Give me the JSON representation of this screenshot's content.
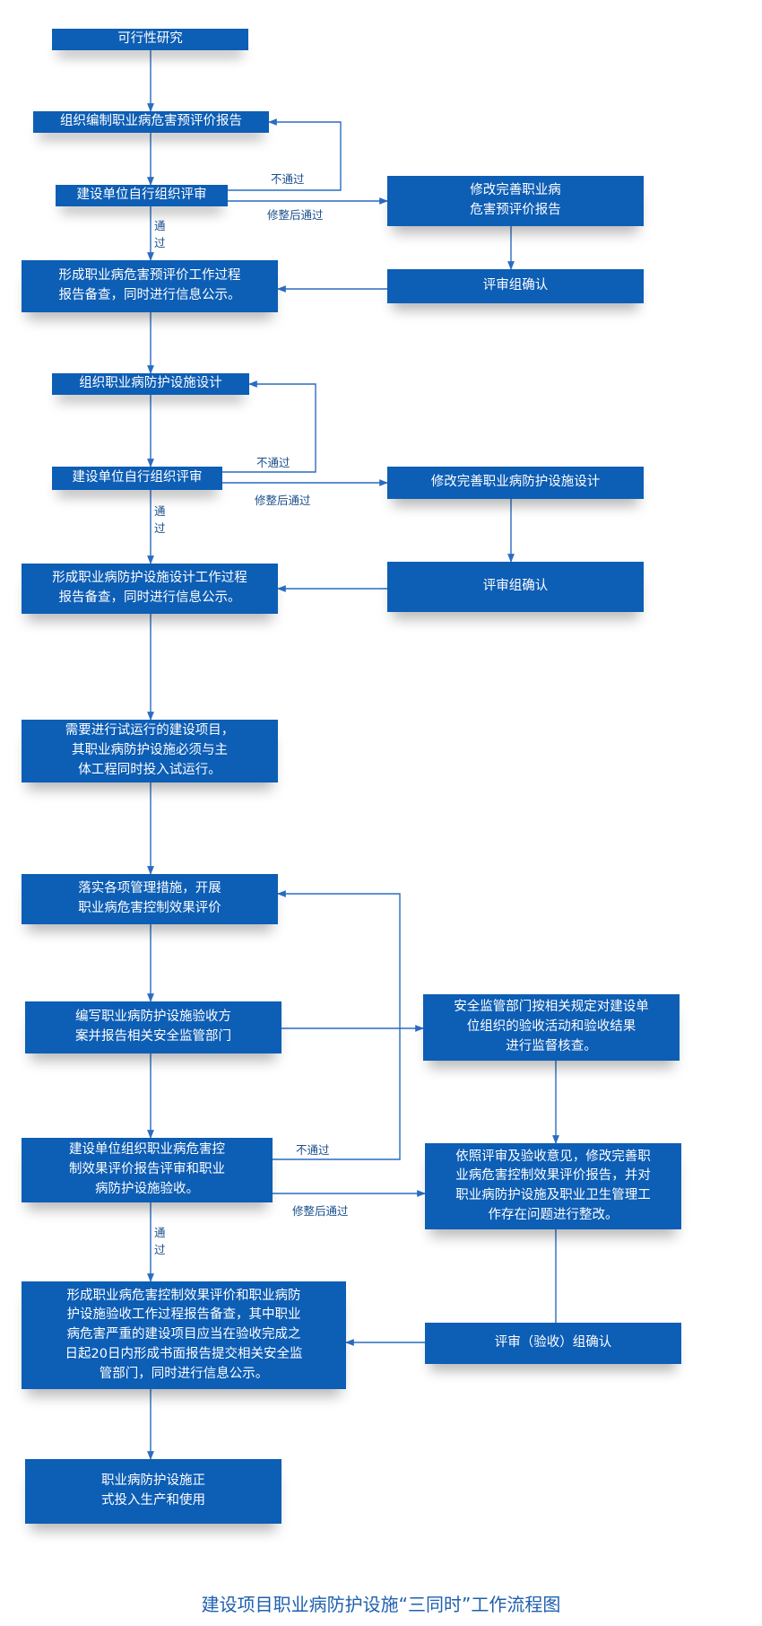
{
  "boxes": {
    "feasibility": "可行性研究",
    "prepare_pre_report": "组织编制职业病危害预评价报告",
    "review_1": "建设单位自行组织评审",
    "revise_pre_report": "修改完善职业病\n危害预评价报告",
    "confirm_1": "评审组确认",
    "filing_1": "形成职业病危害预评价工作过程\n报告备查，同时进行信息公示。",
    "design": "组织职业病防护设施设计",
    "review_2": "建设单位自行组织评审",
    "revise_design": "修改完善职业病防护设施设计",
    "confirm_2": "评审组确认",
    "filing_2": "形成职业病防护设施设计工作过程\n报告备查，同时进行信息公示。",
    "trial_run": "需要进行试运行的建设项目，\n其职业病防护设施必须与主\n体工程同时投入试运行。",
    "control_eval": "落实各项管理措施，开展\n职业病危害控制效果评价",
    "acceptance_plan": "编写职业病防护设施验收方\n案并报告相关安全监管部门",
    "supervision": "安全监管部门按相关规定对建设单\n位组织的验收活动和验收结果\n进行监督核查。",
    "acceptance_review": "建设单位组织职业病危害控\n制效果评价报告评审和职业\n病防护设施验收。",
    "revise_control": "依照评审及验收意见，修改完善职\n业病危害控制效果评价报告，并对\n职业病防护设施及职业卫生管理工\n作存在问题进行整改。",
    "filing_3": "形成职业病危害控制效果评价和职业病防\n护设施验收工作过程报告备查，其中职业\n病危害严重的建设项目应当在验收完成之\n日起20日内形成书面报告提交相关安全监\n管部门，同时进行信息公示。",
    "confirm_3": "评审（验收）组确认",
    "production": "职业病防护设施正\n式投入生产和使用"
  },
  "labels": {
    "fail_1": "不通过",
    "revise_pass_1": "修整后通过",
    "pass_1": "通\n过",
    "fail_2": "不通过",
    "revise_pass_2": "修整后通过",
    "pass_2": "通\n过",
    "fail_3": "不通过",
    "revise_pass_3": "修整后通过",
    "pass_3": "通\n过"
  },
  "caption": "建设项目职业病防护设施“三同时”工作流程图",
  "colors": {
    "box": "#0d5eb5",
    "line": "#2a6cc0",
    "text": "#1a4f8b",
    "caption": "#1f5fae"
  }
}
